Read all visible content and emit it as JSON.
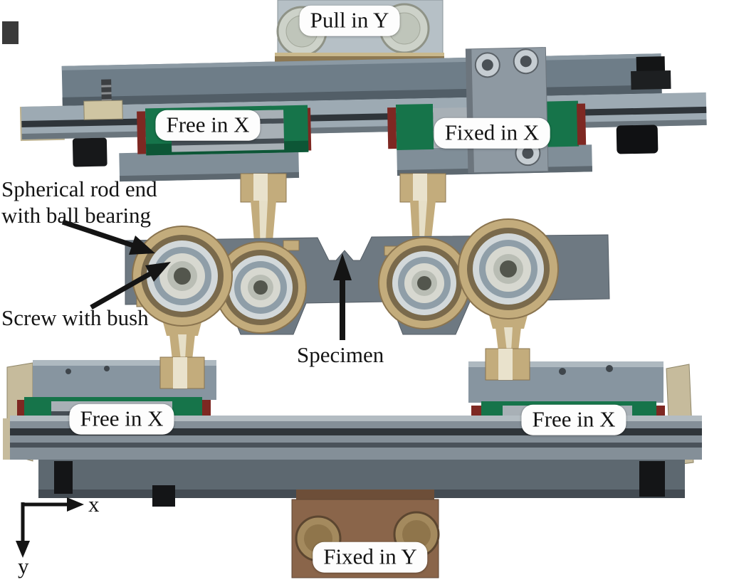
{
  "figure": {
    "description": "Annotated photograph of a biaxial tension test rig with linear rail carriages, spherical rod ends and a notched specimen",
    "labels": {
      "pull_in_y": "Pull in Y",
      "upper_left_carriage": "Free in X",
      "upper_right_carriage": "Fixed in X",
      "lower_left_carriage": "Free in X",
      "lower_right_carriage": "Free in X",
      "fixed_in_y": "Fixed in Y"
    },
    "annotations": {
      "rod_end_line1": "Spherical rod end",
      "rod_end_line2": "with ball bearing",
      "screw": "Screw with bush",
      "specimen": "Specimen"
    },
    "axes": {
      "x": "x",
      "y": "y"
    },
    "colors": {
      "green_block": "#16744a",
      "green_dark": "#0d5636",
      "red_seal": "#7e2822",
      "brass": "#c3ac7c",
      "brass_dark": "#8a744f",
      "steel": "#8795a0",
      "steel_dark": "#5d6870",
      "rail_light": "#9daab3",
      "rail_groove": "#2f353a",
      "bronze_block": "#8a654a",
      "label_bg": "#fdfdfd",
      "ink": "#141414"
    }
  }
}
